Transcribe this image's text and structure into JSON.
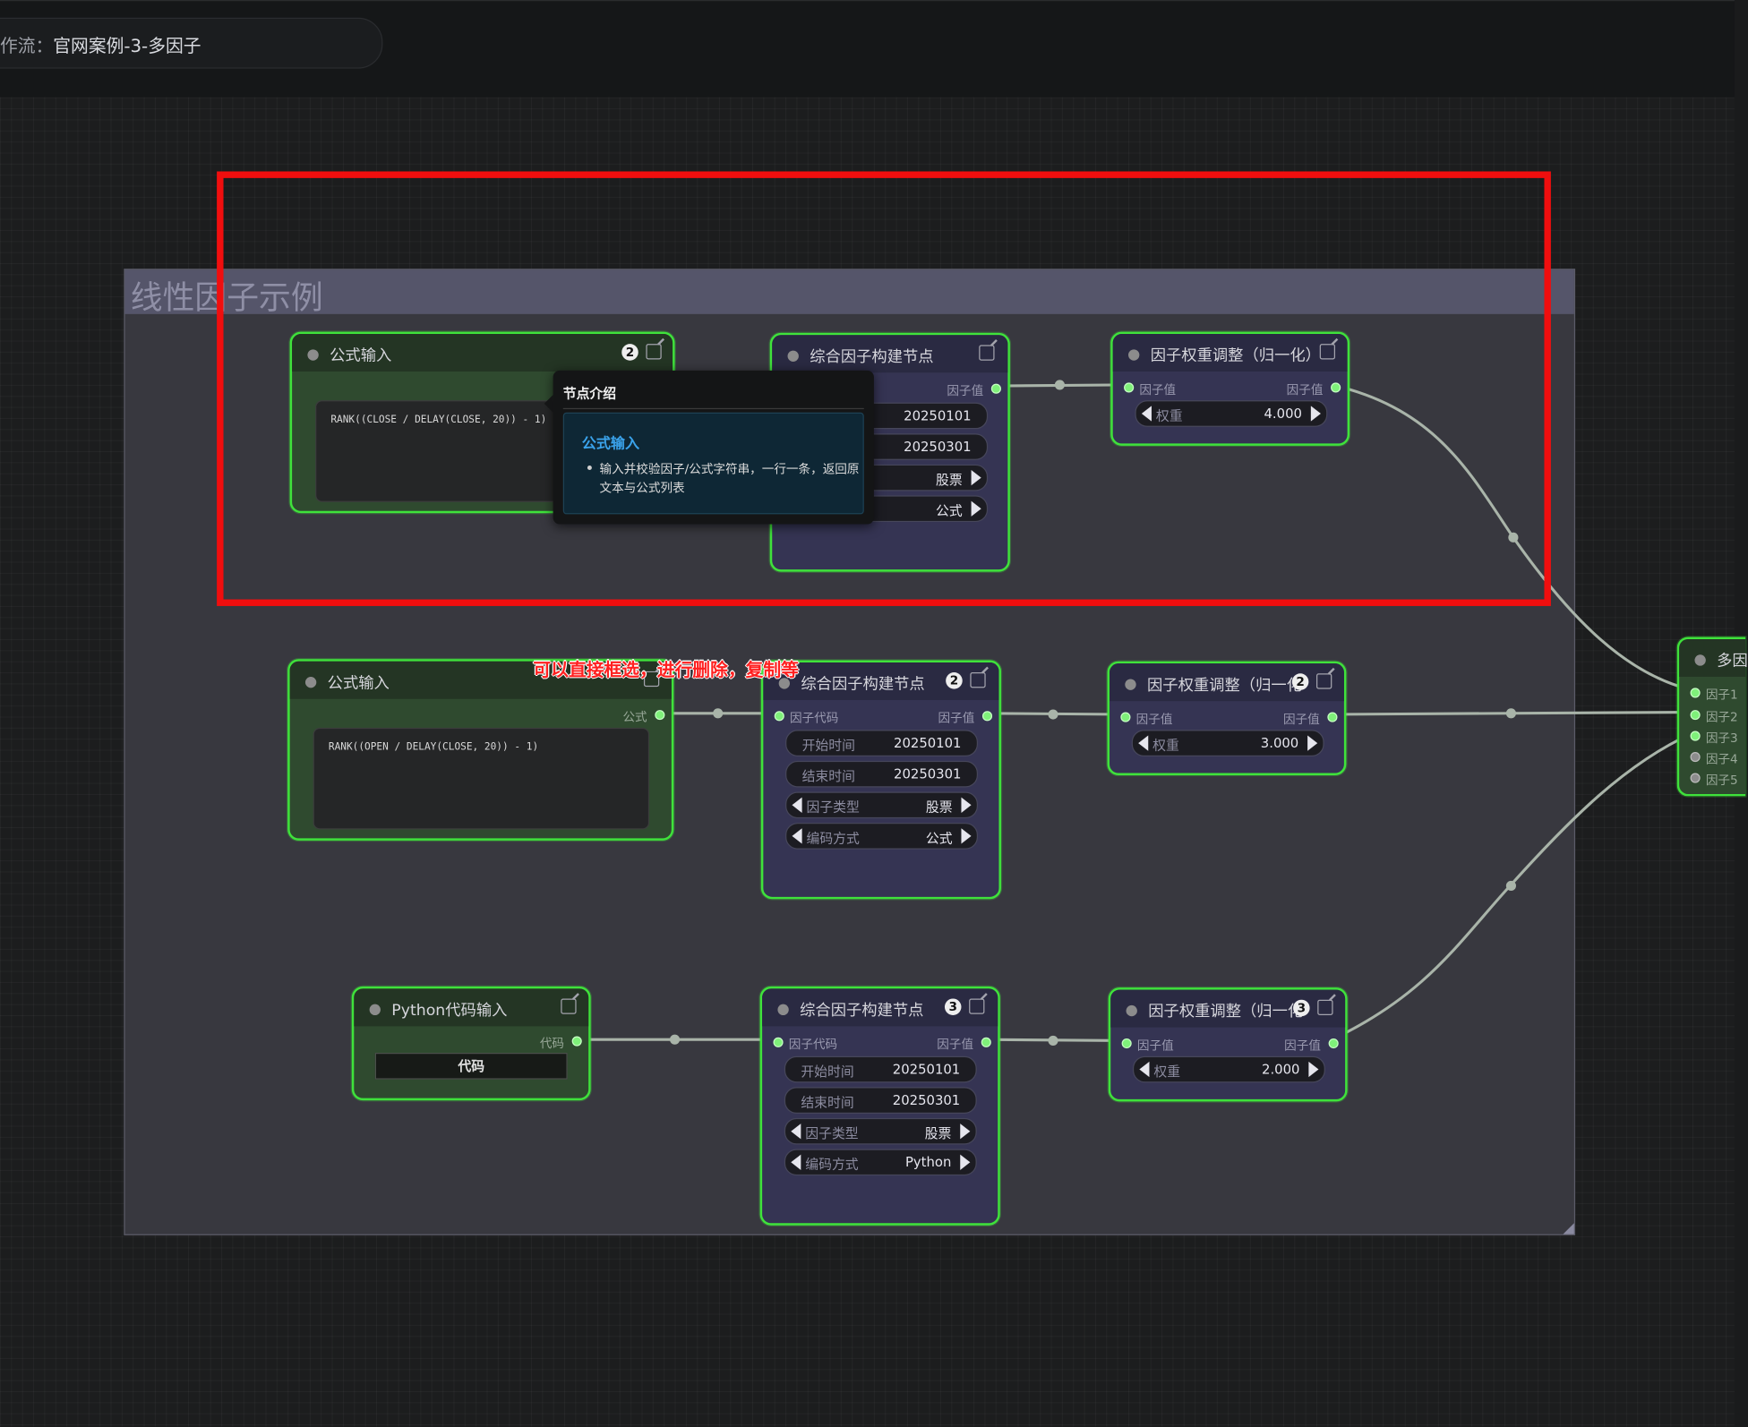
{
  "header": {
    "workflow_label": "作流：",
    "workflow_name": "官网案例-3-多因子"
  },
  "group": {
    "title": "线性因子示例"
  },
  "annotation": "可以直接框选，进行删除，复制等",
  "tooltip": {
    "header": "节点介绍",
    "title": "公式输入",
    "text": "输入并校验因子/公式字符串，一行一条，返回原文本与公式列表"
  },
  "nodes": {
    "formula1": {
      "title": "公式输入",
      "badge": "2",
      "code": "RANK((CLOSE / DELAY(CLOSE, 20)) - 1)"
    },
    "formula2": {
      "title": "公式输入",
      "out_label": "公式",
      "code": "RANK((OPEN / DELAY(CLOSE, 20)) - 1)"
    },
    "python": {
      "title": "Python代码输入",
      "out_label": "代码",
      "button": "代码"
    },
    "build1": {
      "title": "综合因子构建节点",
      "out_label": "因子值",
      "start": "20250101",
      "end": "20250301",
      "type": "股票",
      "encoding": "公式"
    },
    "build2": {
      "title": "综合因子构建节点",
      "badge": "2",
      "in_label": "因子代码",
      "out_label": "因子值",
      "start_label": "开始时间",
      "start": "20250101",
      "end_label": "结束时间",
      "end": "20250301",
      "type_label": "因子类型",
      "type": "股票",
      "enc_label": "编码方式",
      "encoding": "公式"
    },
    "build3": {
      "title": "综合因子构建节点",
      "badge": "3",
      "in_label": "因子代码",
      "out_label": "因子值",
      "start_label": "开始时间",
      "start": "20250101",
      "end_label": "结束时间",
      "end": "20250301",
      "type_label": "因子类型",
      "type": "股票",
      "enc_label": "编码方式",
      "encoding": "Python"
    },
    "weight1": {
      "title": "因子权重调整（归一化）",
      "in_label": "因子值",
      "out_label": "因子值",
      "w_label": "权重",
      "weight": "4.000"
    },
    "weight2": {
      "title": "因子权重调整（归一化",
      "badge": "2",
      "in_label": "因子值",
      "out_label": "因子值",
      "w_label": "权重",
      "weight": "3.000"
    },
    "weight3": {
      "title": "因子权重调整（归一化",
      "badge": "3",
      "in_label": "因子值",
      "out_label": "因子值",
      "w_label": "权重",
      "weight": "2.000"
    },
    "multi": {
      "title": "多因",
      "inputs": [
        "因子1",
        "因子2",
        "因子3",
        "因子4",
        "因子5"
      ]
    }
  }
}
